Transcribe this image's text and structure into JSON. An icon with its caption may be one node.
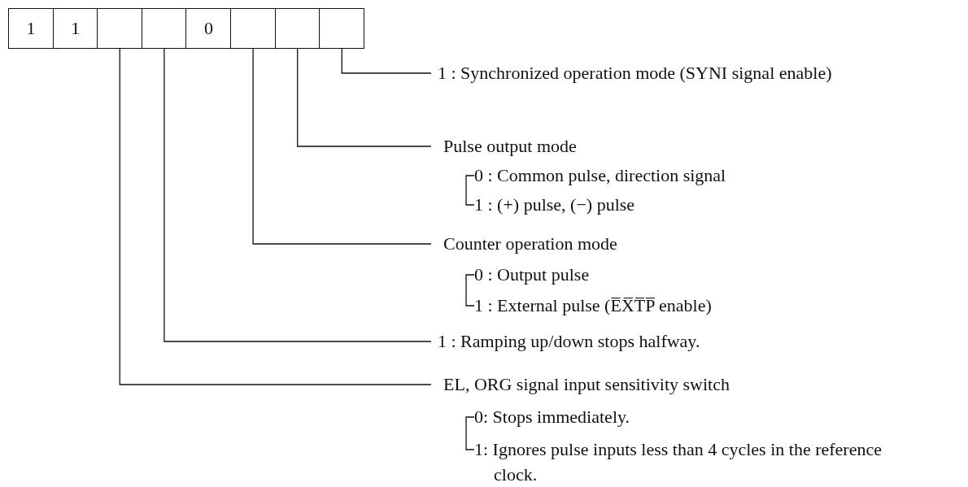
{
  "diagram": {
    "nodes": [
      {
        "text": [
          "1"
        ]
      },
      {
        "text": [
          "1"
        ]
      },
      {
        "text": [],
        "shape": "box"
      },
      {
        "text": [],
        "shape": "box"
      },
      {
        "text": [
          "0"
        ]
      },
      {
        "text": [],
        "shape": "box"
      },
      {
        "text": [],
        "shape": "box"
      },
      {
        "text": [],
        "shape": "box"
      },
      {
        "text": [
          "1 : Synchronized operation mode (SYNI signal enable)"
        ]
      },
      {
        "text": [
          "Pulse output mode",
          "0 : Common pulse, direction signal",
          "1 : (+) pulse, (−) pulse"
        ]
      },
      {
        "text": [
          "Counter operation mode",
          "0 : Output pulse",
          "1 : External pulse (E̅X̅T̅P̅ enable)"
        ]
      },
      {
        "text": [
          "1 : Ramping up/down stops halfway."
        ]
      },
      {
        "text": [
          "EL, ORG signal input sensitivity switch",
          "0: Stops immediately.",
          "1: Ignores pulse inputs less than 4 cycles in the reference clock."
        ]
      }
    ],
    "edges": [
      {
        "from": 7,
        "to": 8,
        "arrow": "none"
      },
      {
        "from": 6,
        "to": 9,
        "arrow": "none"
      },
      {
        "from": 5,
        "to": 10,
        "arrow": "none"
      },
      {
        "from": 3,
        "to": 11,
        "arrow": "none"
      },
      {
        "from": 2,
        "to": 12,
        "arrow": "none"
      }
    ]
  }
}
